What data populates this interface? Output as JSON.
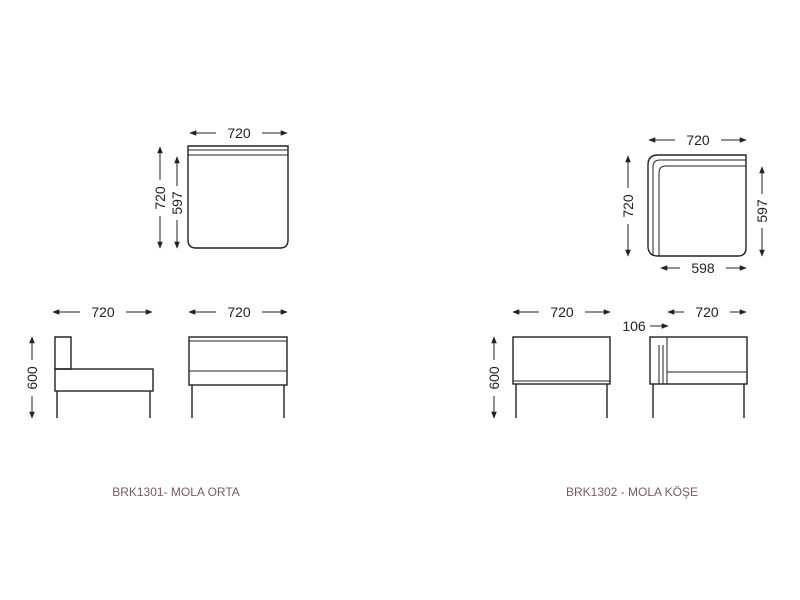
{
  "products": [
    {
      "caption": "BRK1301- MOLA ORTA",
      "top_view": {
        "width": "720",
        "depth": "720",
        "seat_depth": "597"
      },
      "side_view": {
        "width": "720",
        "height": "600"
      },
      "front_view": {
        "width": "720"
      }
    },
    {
      "caption": "BRK1302 - MOLA  KÖŞE",
      "top_view": {
        "width": "720",
        "depth": "720",
        "seat_depth": "597",
        "seat_width": "598"
      },
      "front_view": {
        "width": "720",
        "height": "600"
      },
      "side_view": {
        "width": "720",
        "arm": "106"
      }
    }
  ],
  "colors": {
    "line": "#222222",
    "caption": "#7a5a66"
  }
}
